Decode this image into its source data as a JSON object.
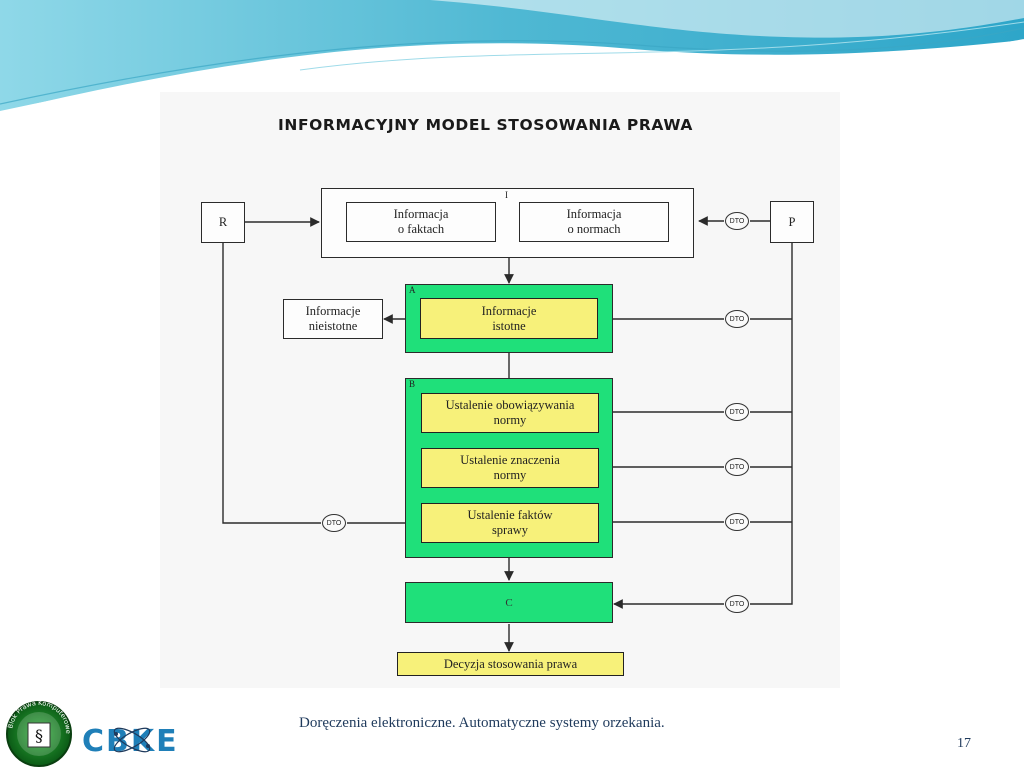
{
  "diagram": {
    "title": "INFORMACYJNY MODEL STOSOWANIA PRAWA",
    "label_I": "I",
    "box_R": "R",
    "box_P": "P",
    "info_fakty": [
      "Informacja",
      "o faktach"
    ],
    "info_normy": [
      "Informacja",
      "o normach"
    ],
    "info_nieistotne": [
      "Informacje",
      "nieistotne"
    ],
    "label_A": "A",
    "info_istotne": [
      "Informacje",
      "istotne"
    ],
    "label_B": "B",
    "ustalenie_obowiazywania": [
      "Ustalenie obowiązywania",
      "normy"
    ],
    "ustalenie_znaczenia": [
      "Ustalenie znaczenia",
      "normy"
    ],
    "ustalenie_faktow": [
      "Ustalenie faktów",
      "sprawy"
    ],
    "label_C": "C",
    "decyzja": "Decyzja stosowania prawa",
    "dto": "DTO"
  },
  "footer": {
    "text": "Doręczenia elektroniczne. Automatyczne systemy orzekania.",
    "page_number": "17"
  },
  "logo": {
    "name": "CBKE",
    "seal_text": "Blok Prawa Komputerowego",
    "seal_symbol": "§"
  },
  "colors": {
    "green": "#1fe07a",
    "yellow": "#f7f17a",
    "footer_text": "#1f3a5c",
    "logo_blue": "#1f7fb8",
    "header_wave": "#5cc3d9"
  }
}
